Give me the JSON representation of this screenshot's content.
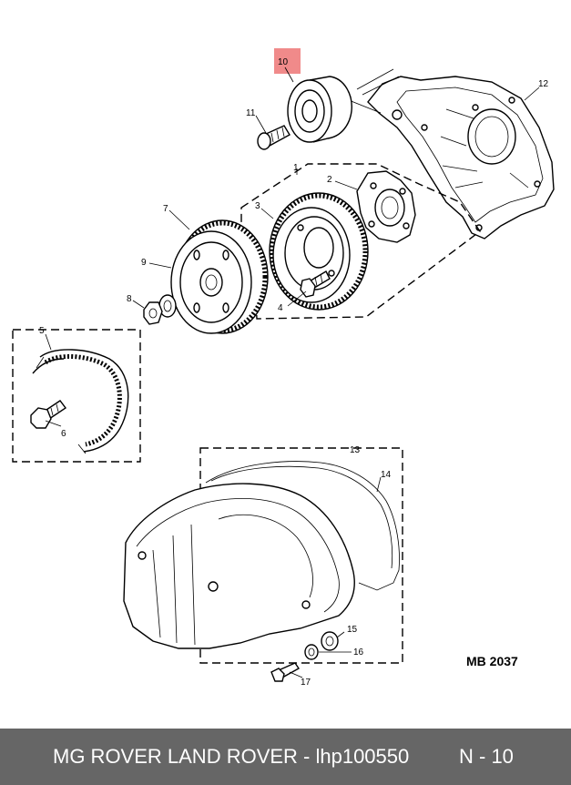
{
  "diagram": {
    "part_numbers": [
      "1",
      "2",
      "3",
      "4",
      "5",
      "6",
      "7",
      "8",
      "9",
      "10",
      "11",
      "12",
      "13",
      "14",
      "15",
      "16",
      "17"
    ],
    "highlight_color": "#f08a8a",
    "reference_code": "MB 2037"
  },
  "footer": {
    "title": "MG ROVER LAND ROVER - lhp100550",
    "page": "N - 10",
    "background": "#666666",
    "text_color": "#ffffff"
  }
}
